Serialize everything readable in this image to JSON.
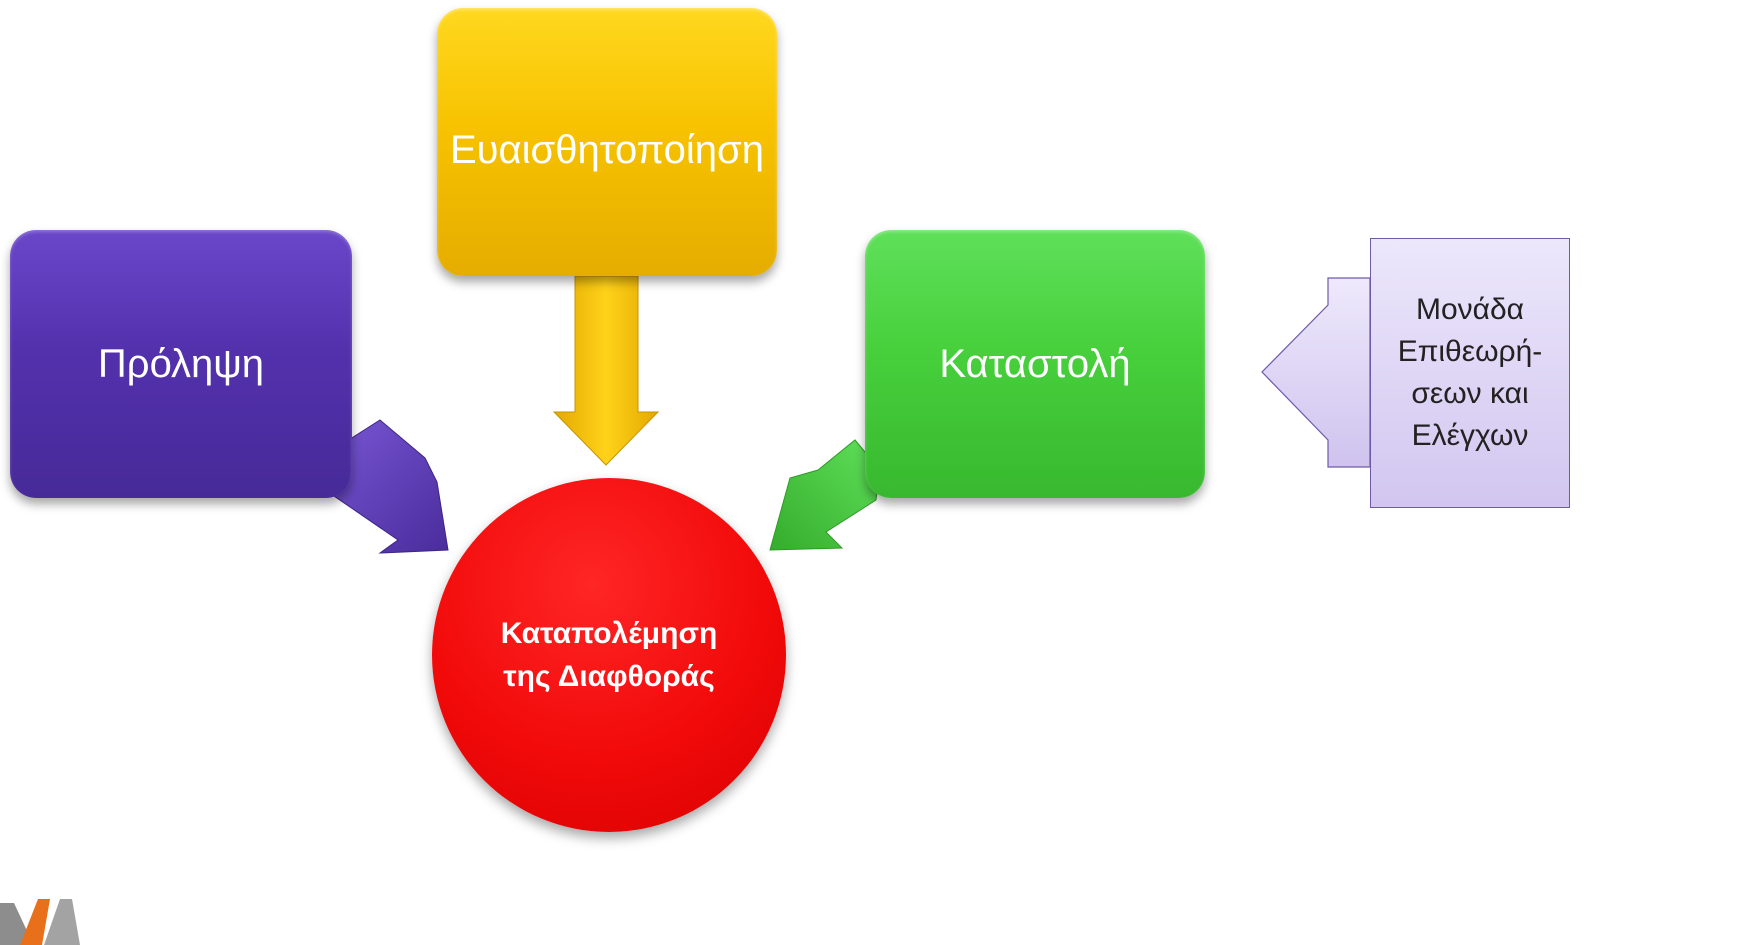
{
  "diagram": {
    "center": {
      "line1": "Καταπολέμηση",
      "line2": "της Διαφθοράς"
    },
    "boxes": {
      "prevention": "Πρόληψη",
      "awareness": "Ευαισθητοποίηση",
      "suppression": "Καταστολή"
    },
    "unit": {
      "line1": "Μονάδα",
      "line2": "Επιθεωρή-",
      "line3": "σεων και",
      "line4": "Ελέγχων"
    }
  },
  "colors": {
    "prevention": "#5331ad",
    "awareness": "#f7c200",
    "suppression": "#47d03c",
    "center": "#f20a0a",
    "unit": "#d9cff3"
  },
  "icons": [
    "logo-icon"
  ]
}
